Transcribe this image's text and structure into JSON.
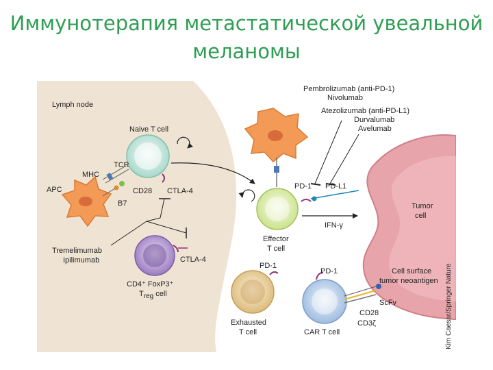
{
  "slide": {
    "title_line1": "Иммунотерапия метастатической увеальной",
    "title_line2": "меланомы"
  },
  "diagram": {
    "lymph_node": "Lymph node",
    "naive_t_cell": "Naive T cell",
    "tcr": "TCR",
    "mhc": "MHC",
    "apc": "APC",
    "cd28": "CD28",
    "b7": "B7",
    "ctla4_top": "CTLA-4",
    "tremelimumab": "Tremelimumab",
    "ipilimumab": "Ipilimumab",
    "ctla4_treg": "CTLA-4",
    "treg_line1": "CD4⁺ FoxP3⁺",
    "treg_t": "T",
    "treg_sub": "reg",
    "treg_cell": " cell",
    "pembrolizumab": "Pembrolizumab (anti-PD-1)",
    "nivolumab": "Nivolumab",
    "atezolizumab": "Atezolizumab (anti-PD-L1)",
    "durvalumab": "Durvalumab",
    "avelumab": "Avelumab",
    "pd1_effector": "PD-1",
    "pdl1": "PD-L1",
    "ifn": "IFN-γ",
    "effector_line1": "Effector",
    "effector_line2": "T cell",
    "tumor_line1": "Tumor",
    "tumor_line2": "cell",
    "pd1_exhausted": "PD-1",
    "exhausted_line1": "Exhausted",
    "exhausted_line2": "T cell",
    "pd1_car": "PD-1",
    "car_t_cell": "CAR T cell",
    "cell_surface_line1": "Cell surface",
    "cell_surface_line2": "tumor neoantigen",
    "scfv": "ScFv",
    "cd28_car": "CD28",
    "cd3z": "CD3ζ",
    "credit": "Kim Caesar/Springer Nature"
  },
  "colors": {
    "title": "#2f9e54",
    "lymph_node_bg": "#efe3d3",
    "tumor": "#e8a4ab",
    "apc": "#f29a56",
    "naive_t": "#bfe4da",
    "treg": "#b59ad0",
    "effector": "#dcecaa",
    "exhausted": "#e6cc94",
    "car_t": "#b9cfe8",
    "inhibitor_mark": "#8e3570",
    "ligand_blue": "#1e88b8"
  }
}
